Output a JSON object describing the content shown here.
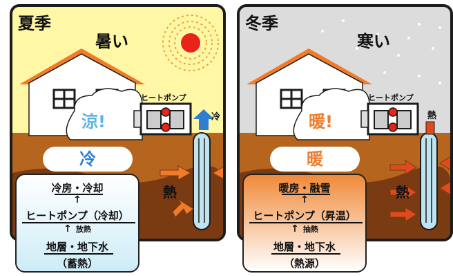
{
  "summer": {
    "season": "夏季",
    "feeling": "暑い",
    "heat_pump_label": "ヒートポンプ",
    "room_mark": "涼!",
    "pipe_label": "冷",
    "pill": "冷",
    "ground_label": "熱",
    "flow": {
      "top": "冷房・冷却",
      "middle": "ヒートポンプ（冷却）",
      "arrow_note": "放熱",
      "bottom": "地層・地下水",
      "bottom_note": "（蓄熱）"
    },
    "colors": {
      "sky": "#fff7a6",
      "sun": "#e8231a",
      "mark": "#5ab4e0",
      "pipe_arrow": "#2e7fd0",
      "box": "#cdecf7"
    }
  },
  "winter": {
    "season": "冬季",
    "feeling": "寒い",
    "heat_pump_label": "ヒートポンプ",
    "room_mark": "暖!",
    "pipe_label": "熱",
    "pill": "暖",
    "ground_label": "熱",
    "flow": {
      "top": "暖房・融雪",
      "middle": "ヒートポンプ（昇温）",
      "arrow_note": "抽熱",
      "bottom": "地層・地下水",
      "bottom_note": "（熱源）"
    },
    "colors": {
      "sky": "#dcdcdc",
      "mark": "#f07c2a",
      "pipe_arrow": "#e04a1e",
      "box": "#f08a3a"
    }
  },
  "shared": {
    "roof_color": "#f07c2a",
    "ground_top": "#b5651d",
    "ground_deep": "#7a3a12",
    "arrow_up": "↑"
  }
}
